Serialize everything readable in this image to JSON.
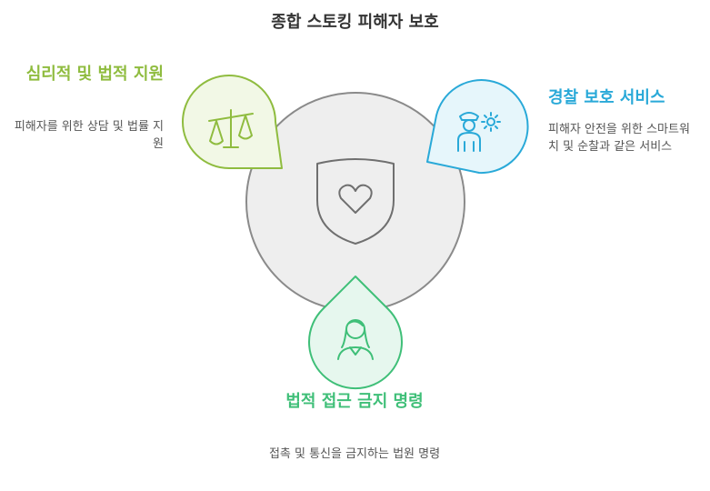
{
  "title": "종합 스토킹 피해자 보호",
  "center": {
    "icon": "shield-heart-icon"
  },
  "items": [
    {
      "heading": "심리적 및 법적 지원",
      "description": "피해자를 위한 상담 및 법률 지원",
      "icon": "scales-icon",
      "color": "#8fbc3f"
    },
    {
      "heading": "경찰 보호 서비스",
      "description": "피해자 안전을 위한 스마트워치 및 순찰과 같은 서비스",
      "icon": "police-officer-icon",
      "color": "#29a9d8"
    },
    {
      "heading": "법적 접근 금지 명령",
      "description": "접촉 및 통신을 금지하는 법원 명령",
      "icon": "woman-icon",
      "color": "#3fbf78"
    }
  ]
}
